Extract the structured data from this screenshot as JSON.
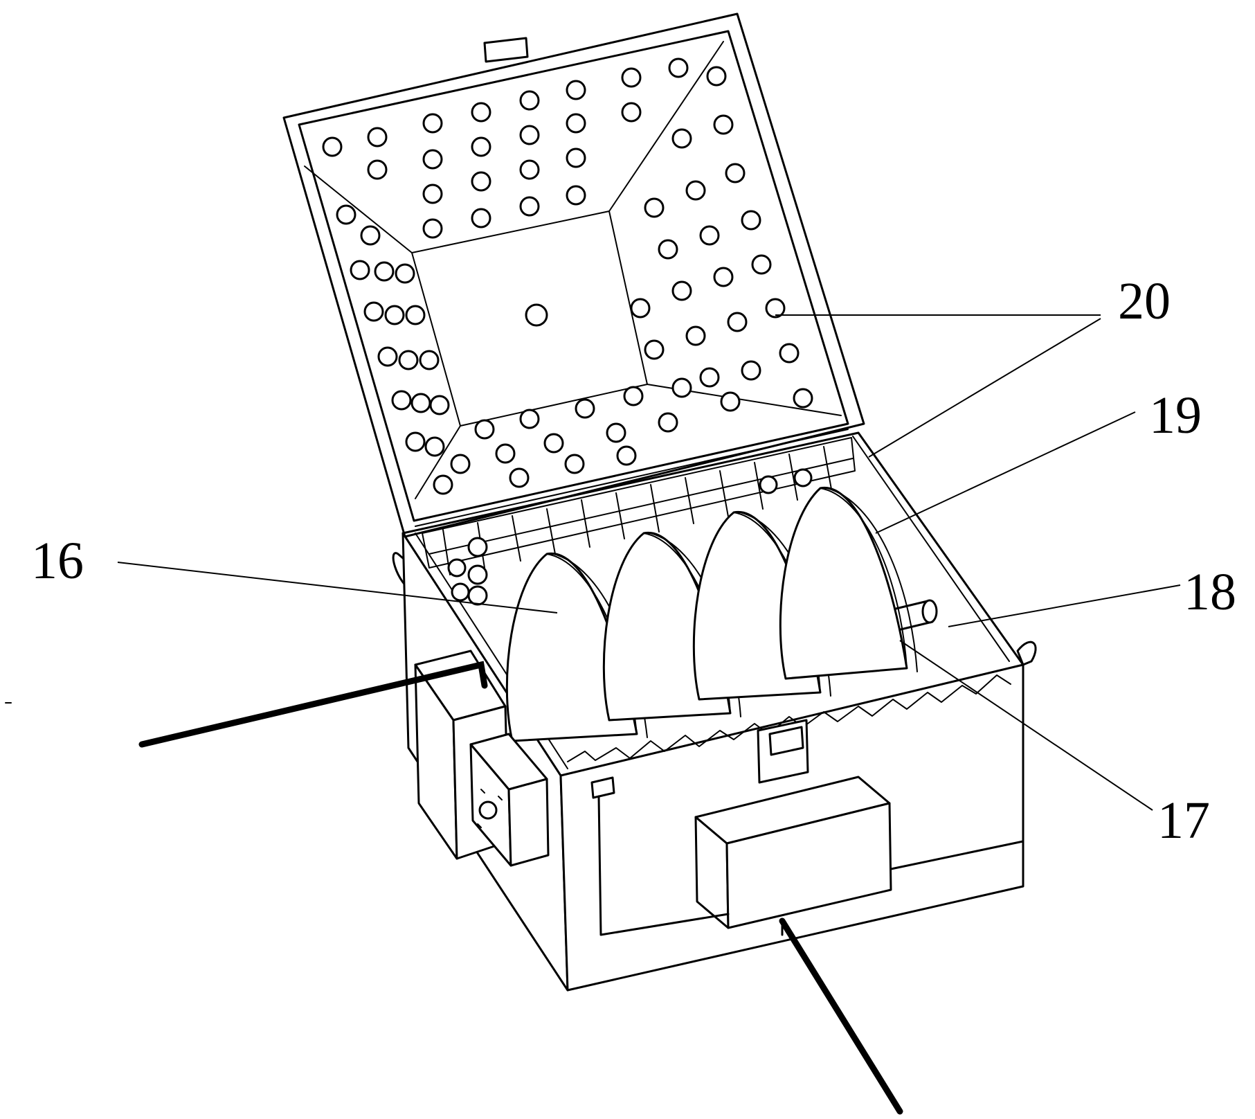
{
  "callouts": [
    {
      "id": "16",
      "label": "16"
    },
    {
      "id": "17",
      "label": "17"
    },
    {
      "id": "18",
      "label": "18"
    },
    {
      "id": "19",
      "label": "19"
    },
    {
      "id": "20",
      "label": "20"
    }
  ]
}
